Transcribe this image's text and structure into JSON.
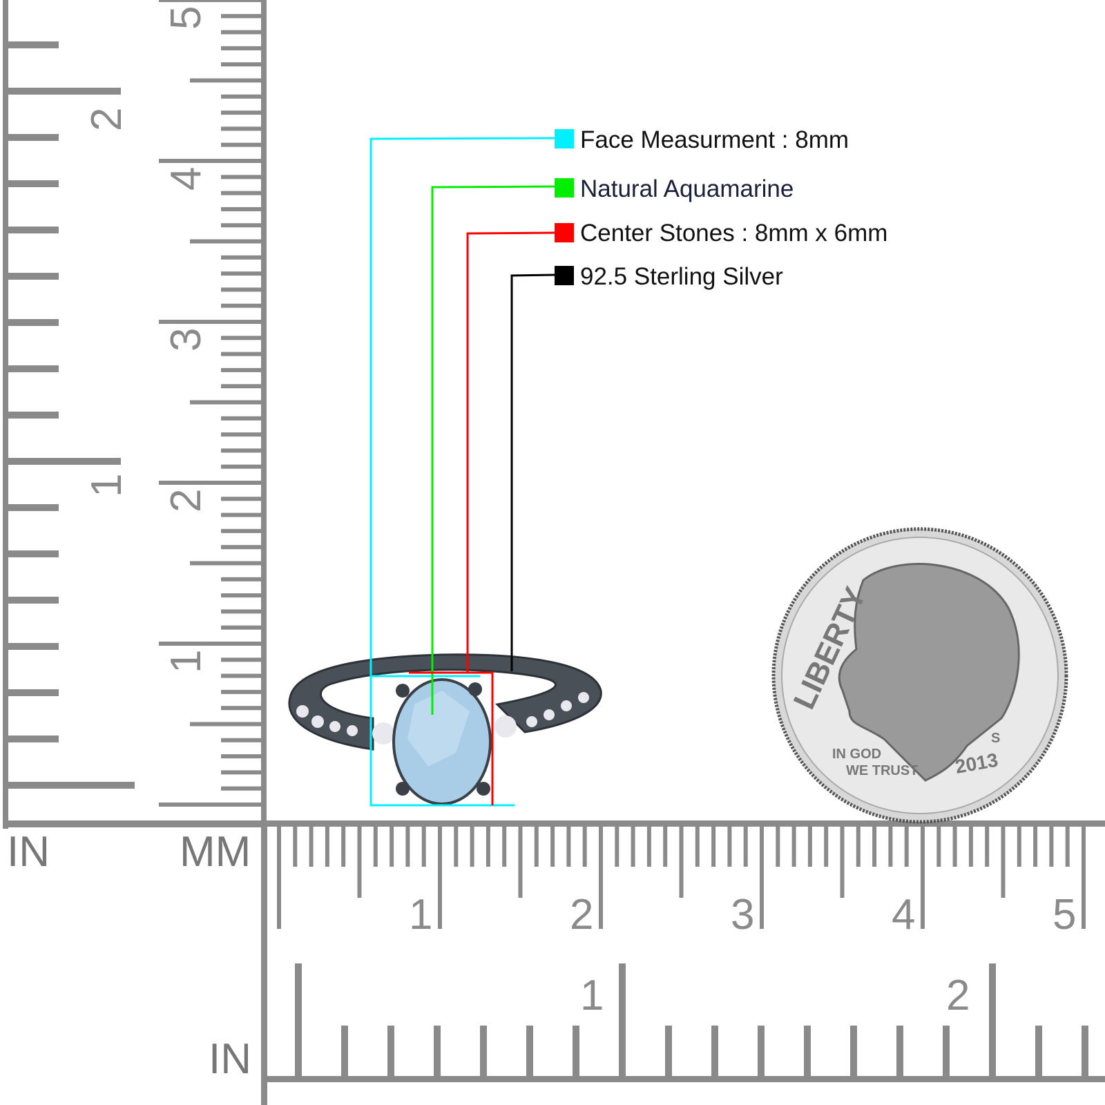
{
  "legend": [
    {
      "label": "Face Measurment : 8mm",
      "color": "#00f0ff"
    },
    {
      "label": "Natural Aquamarine",
      "color": "#00ee00"
    },
    {
      "label": "Center Stones : 8mm x 6mm",
      "color": "#ff0000"
    },
    {
      "label": "92.5 Sterling Silver",
      "color": "#000000"
    }
  ],
  "rulers": {
    "left_in_label": "IN",
    "mm_label": "MM",
    "bottom_in_label": "IN",
    "vertical_mm_numbers": [
      "1",
      "2",
      "3",
      "4",
      "5"
    ],
    "vertical_in_numbers": [
      "1",
      "2"
    ],
    "horizontal_mm_numbers": [
      "1",
      "2",
      "3",
      "4",
      "5"
    ],
    "horizontal_in_numbers": [
      "1",
      "2"
    ],
    "color": "#8a8a8a"
  },
  "coin": {
    "liberty": "LIBERTY",
    "motto_1": "IN GOD",
    "motto_2": "WE TRUST",
    "year": "2013",
    "mint": "S"
  }
}
